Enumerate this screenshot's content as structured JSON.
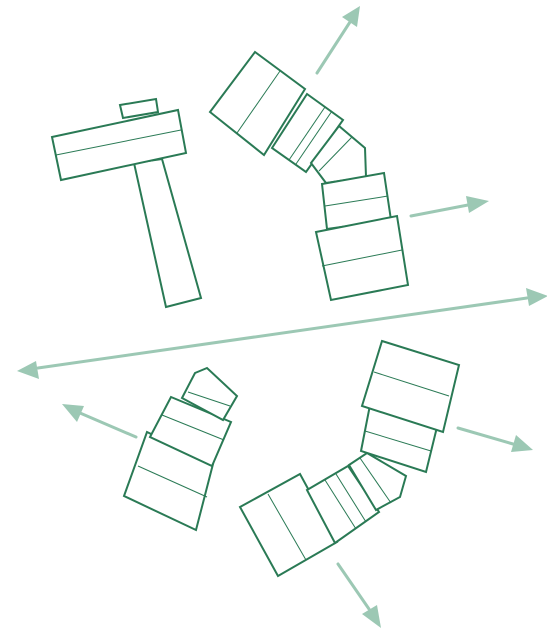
{
  "figure": {
    "colors": {
      "outline": "#2a7a55",
      "arrow": "#9cc8b4",
      "background": "#ffffff"
    },
    "pieces": [
      "hammer-shape",
      "curved-stack-top-right",
      "short-stack-bottom-left",
      "curved-stack-bottom-right"
    ],
    "arrow_directions": [
      "up-right",
      "right",
      "both-ways-diagonal",
      "left",
      "right-down",
      "down"
    ]
  }
}
